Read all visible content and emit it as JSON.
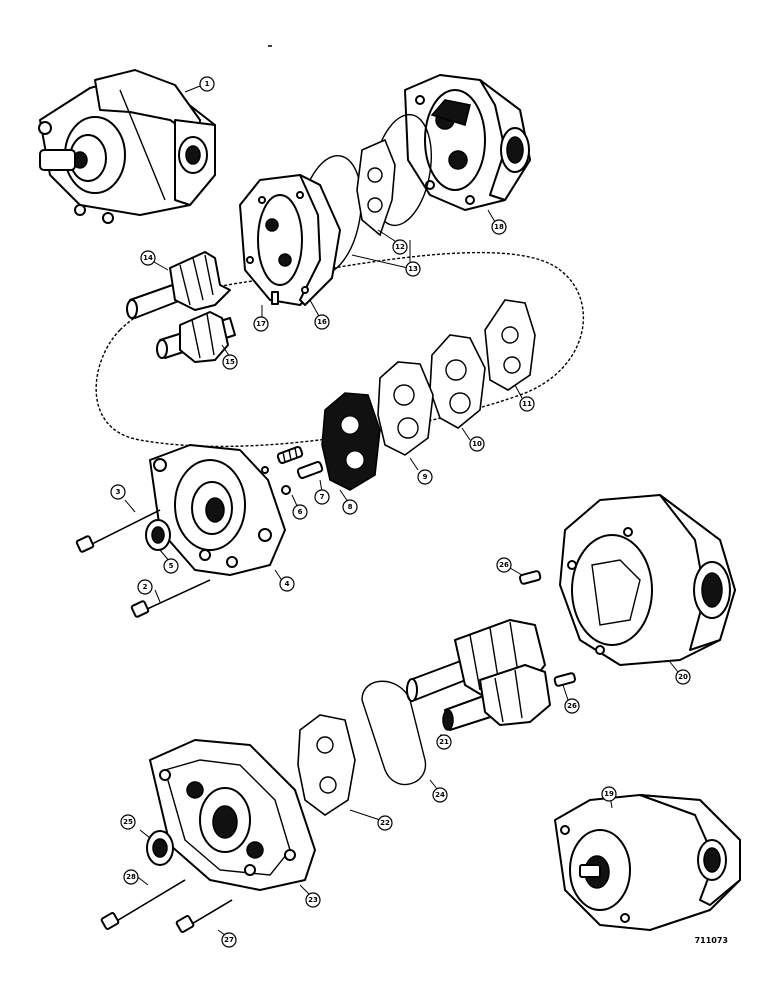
{
  "reference_code": "711073",
  "callouts": [
    {
      "id": "1",
      "label": "1"
    },
    {
      "id": "2",
      "label": "2"
    },
    {
      "id": "3",
      "label": "3"
    },
    {
      "id": "4",
      "label": "4"
    },
    {
      "id": "5",
      "label": "5"
    },
    {
      "id": "6",
      "label": "6"
    },
    {
      "id": "7",
      "label": "7"
    },
    {
      "id": "8",
      "label": "8"
    },
    {
      "id": "9",
      "label": "9"
    },
    {
      "id": "10",
      "label": "10"
    },
    {
      "id": "11",
      "label": "11"
    },
    {
      "id": "12",
      "label": "12"
    },
    {
      "id": "13",
      "label": "13"
    },
    {
      "id": "14",
      "label": "14"
    },
    {
      "id": "15",
      "label": "15"
    },
    {
      "id": "16",
      "label": "16"
    },
    {
      "id": "17",
      "label": "17"
    },
    {
      "id": "18",
      "label": "18"
    },
    {
      "id": "19",
      "label": "19"
    },
    {
      "id": "20",
      "label": "20"
    },
    {
      "id": "21",
      "label": "21"
    },
    {
      "id": "22",
      "label": "22"
    },
    {
      "id": "23",
      "label": "23"
    },
    {
      "id": "24",
      "label": "24"
    },
    {
      "id": "25",
      "label": "25"
    },
    {
      "id": "26a",
      "label": "26"
    },
    {
      "id": "26b",
      "label": "26"
    },
    {
      "id": "27",
      "label": "27"
    },
    {
      "id": "28",
      "label": "28"
    }
  ]
}
